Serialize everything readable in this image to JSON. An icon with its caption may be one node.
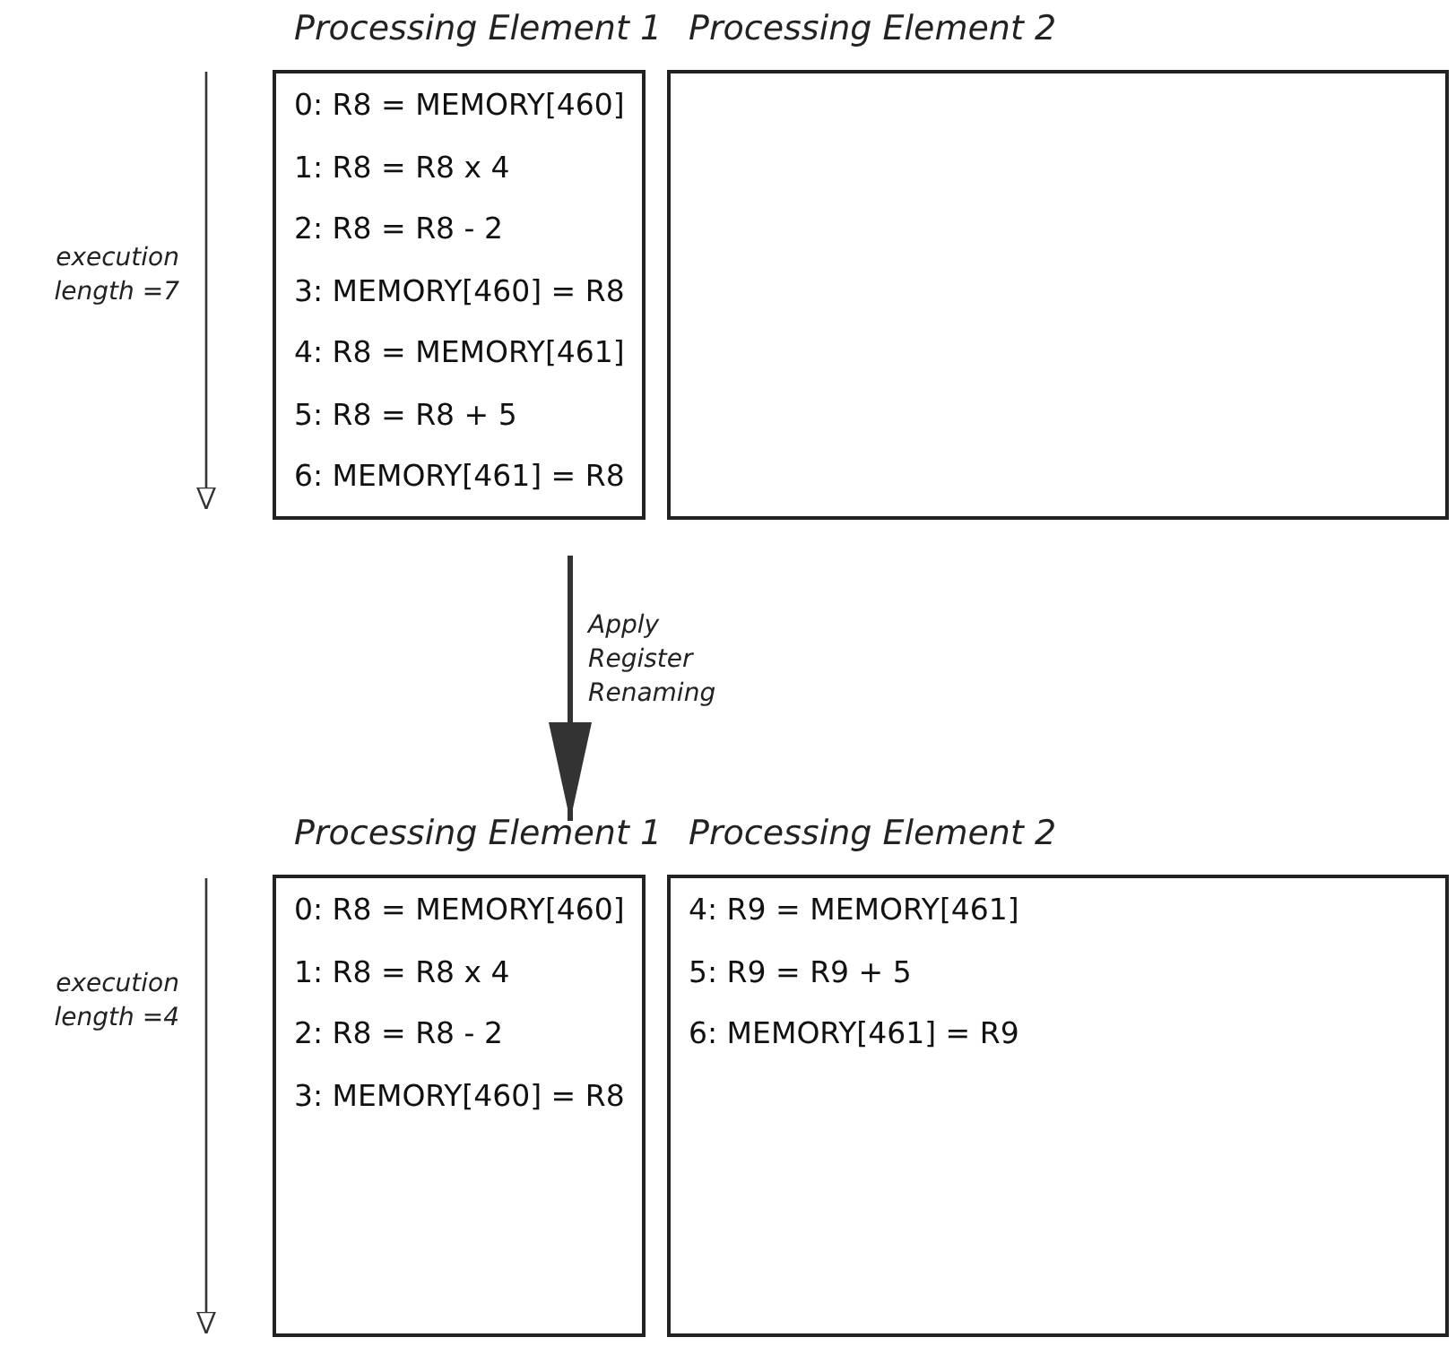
{
  "diagram": {
    "nodes": [
      {
        "text": [
          "Processing Element 1",
          "0: R8 = MEMORY[460]",
          "1: R8 = R8 x 4",
          "2: R8 = R8 - 2",
          "3: MEMORY[460] = R8",
          "4: R8 = MEMORY[461]",
          "5: R8 = R8 + 5",
          "6: MEMORY[461] = R8"
        ]
      },
      {
        "text": [
          "Processing Element 2"
        ]
      },
      {
        "text": [
          "Processing Element 1",
          "0: R8 = MEMORY[460]",
          "1: R8 = R8 x 4",
          "2: R8 = R8 - 2",
          "3: MEMORY[460] = R8"
        ]
      },
      {
        "text": [
          "Processing Element 2",
          "4: R9 = MEMORY[461]",
          "5: R9 = R9 + 5",
          "6: MEMORY[461] = R9"
        ]
      }
    ],
    "edges": [
      {
        "from": 0,
        "to": 2,
        "arrow": "to",
        "label": "Apply Register Renaming"
      }
    ],
    "labels": [
      "execution length =7",
      "execution length =4"
    ]
  }
}
